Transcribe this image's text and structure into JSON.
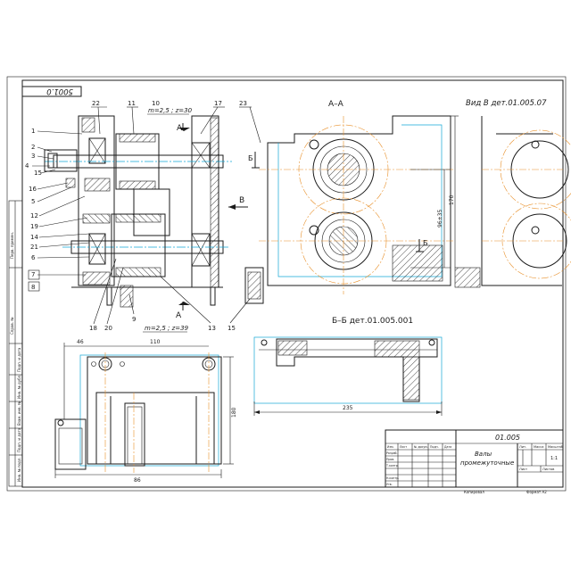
{
  "sheet": {
    "stamp_number": "5001.0",
    "top_right_note": "Вид В дет.01.005.07",
    "section_aa": "А–А",
    "section_bb": "Б–Б дет.01.005.001",
    "marker_a_top": "А",
    "marker_a_bottom": "А",
    "marker_b1": "Б",
    "marker_b2": "Б",
    "marker_v": "В",
    "gear_spec_top": "m=2,5 ; z=30",
    "gear_spec_bottom": "m=2,5 ; z=39"
  },
  "callouts_left": [
    "1",
    "2",
    "3",
    "4",
    "15",
    "16",
    "5",
    "12",
    "19",
    "14",
    "21",
    "6",
    "7",
    "8"
  ],
  "callouts_top": [
    "22",
    "11",
    "10",
    "17",
    "23"
  ],
  "callouts_bottom": [
    "18",
    "20",
    "9",
    "13",
    "15"
  ],
  "dimensions": {
    "left_top": "46",
    "top_span": "110",
    "right_vertical": "180",
    "bottom_span": "86",
    "bb_width": "235",
    "aa_vertical_1": "96±35",
    "aa_vertical_2": "170"
  },
  "title_block": {
    "doc_number": "01.005",
    "title_line1": "Валы",
    "title_line2": "промежуточные",
    "col_lit": "Лит.",
    "col_mass": "Масса",
    "col_scale": "Масштаб",
    "scale_value": "1:1",
    "sheet_label": "Лист",
    "sheets_label": "Листов",
    "row_labels": [
      "Изм.",
      "Лист",
      "№ докум.",
      "Подп.",
      "Дата"
    ],
    "side_rows": [
      "Разраб.",
      "Пров.",
      "Т.контр.",
      "",
      "Н.контр.",
      "Утв."
    ],
    "copied": "Копировал",
    "format": "Формат А2"
  },
  "side_strip": [
    "Перв. примен.",
    "Справ. №",
    "Подп. и дата",
    "Инв. № дубл.",
    "Взам. инв. №",
    "Подп. и дата",
    "Инв. № подл."
  ]
}
